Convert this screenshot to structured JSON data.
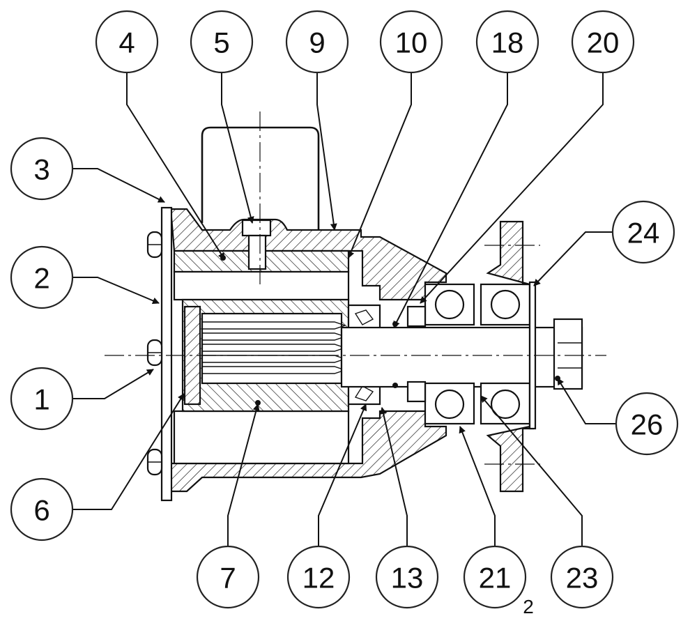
{
  "callouts": [
    {
      "label": "4"
    },
    {
      "label": "5"
    },
    {
      "label": "9"
    },
    {
      "label": "10"
    },
    {
      "label": "18"
    },
    {
      "label": "20"
    },
    {
      "label": "3"
    },
    {
      "label": "2"
    },
    {
      "label": "24"
    },
    {
      "label": "1"
    },
    {
      "label": "26"
    },
    {
      "label": "6"
    },
    {
      "label": "7"
    },
    {
      "label": "12"
    },
    {
      "label": "13"
    },
    {
      "label": "21"
    },
    {
      "label": "23"
    }
  ],
  "footnote": "2",
  "colors": {
    "line": "#111111",
    "background": "#ffffff"
  }
}
